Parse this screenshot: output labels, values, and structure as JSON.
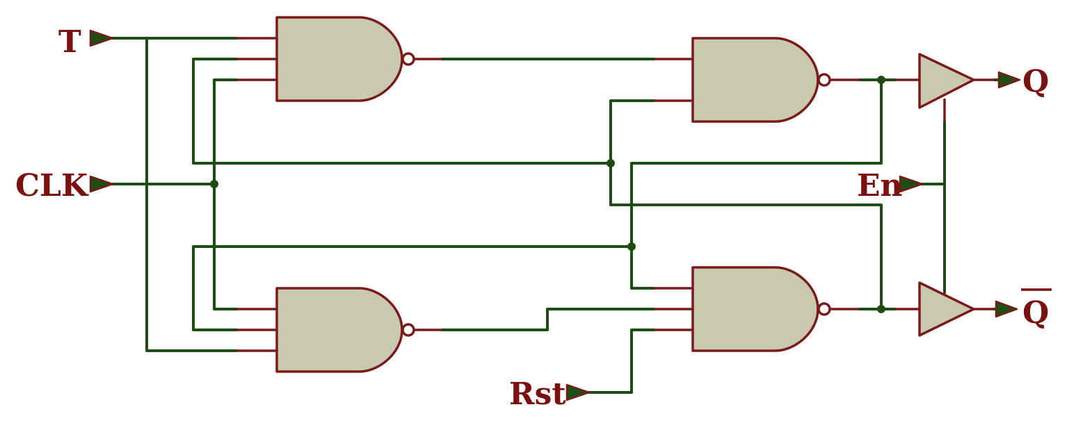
{
  "colors": {
    "wire": "#1e4d14",
    "lead": "#7a1a1a",
    "gate_fill": "#c9c9ad",
    "gate_stroke": "#7a1a1a",
    "arrow_fill": "#1e4d14",
    "label": "#7a1010"
  },
  "labels": {
    "t": "T",
    "clk": "CLK",
    "en": "En",
    "rst": "Rst",
    "q": "Q",
    "q_bar": "Q"
  },
  "components": {
    "nand_gates": [
      "nand-input-top",
      "nand-input-bottom",
      "nand-latch-top",
      "nand-latch-bottom"
    ],
    "buffers": [
      "tristate-buffer-q",
      "tristate-buffer-q-bar"
    ]
  }
}
